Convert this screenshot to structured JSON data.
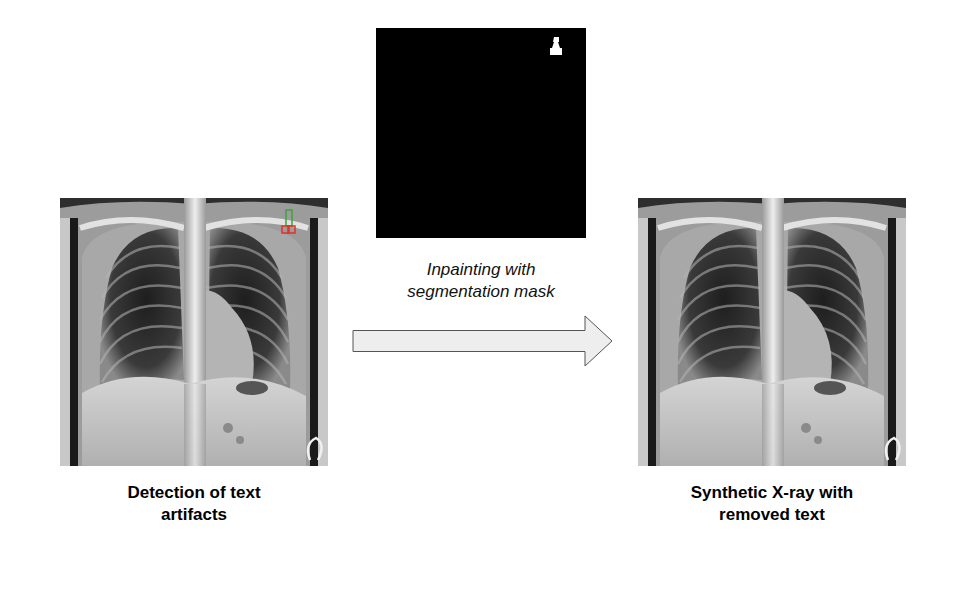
{
  "diagram": {
    "nodes": [
      {
        "text": [
          "Detection of text artifacts"
        ]
      },
      {
        "text": [
          "Synthetic X-ray with removed text"
        ]
      }
    ],
    "edges": [
      {
        "from": 0,
        "to": 1,
        "arrow": "to",
        "label": "Inpainting with segmentation mask"
      }
    ]
  }
}
